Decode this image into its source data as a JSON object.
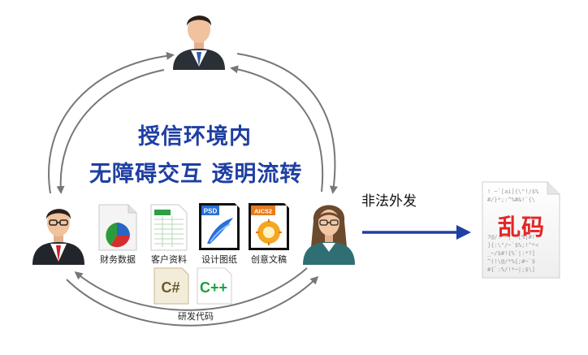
{
  "headline": {
    "line1": "授信环境内",
    "line2": "无障碍交互  透明流转"
  },
  "files": [
    {
      "label": "财务数据",
      "icon": "finance-chart-icon"
    },
    {
      "label": "客户资料",
      "icon": "spreadsheet-icon"
    },
    {
      "label": "设计图纸",
      "icon": "psd-file-icon",
      "badge": "PSD"
    },
    {
      "label": "创意文稿",
      "icon": "aics-file-icon",
      "badge": "AICS2"
    }
  ],
  "code": {
    "label": "研发代码",
    "badges": [
      "C#",
      "C++"
    ]
  },
  "leak": {
    "label": "非法外发",
    "result": "乱码"
  },
  "colors": {
    "headline": "#1f3fa3",
    "arrow_blue": "#1f3fa3",
    "cycle_gray": "#7a7a7a",
    "garbled_red": "#e32525"
  }
}
